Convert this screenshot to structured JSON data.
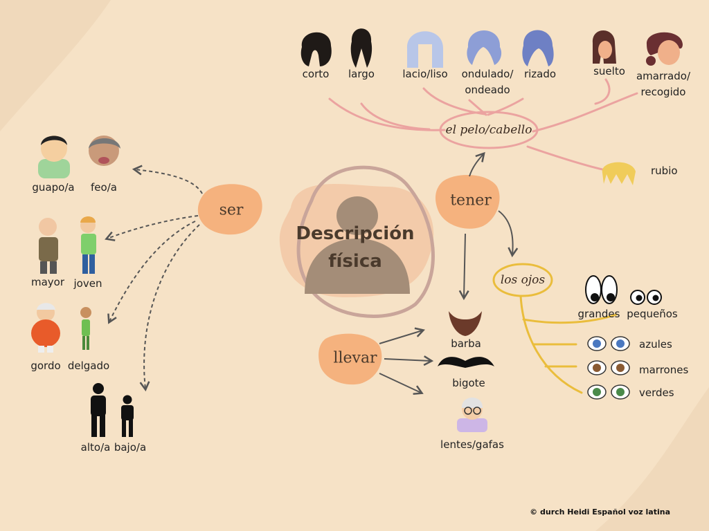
{
  "title": {
    "line1": "Descripción",
    "line2": "física"
  },
  "verbs": {
    "ser": "ser",
    "tener": "tener",
    "llevar": "llevar"
  },
  "nodes": {
    "pelo": "el pelo/cabello",
    "ojos": "los ojos"
  },
  "ser_items": {
    "guapo": "guapo/a",
    "feo": "feo/a",
    "mayor": "mayor",
    "joven": "joven",
    "gordo": "gordo",
    "delgado": "delgado",
    "alto": "alto/a",
    "bajo": "bajo/a"
  },
  "hair_items": {
    "corto": "corto",
    "largo": "largo",
    "lacio": "lacio/liso",
    "ondulado1": "ondulado/",
    "ondulado2": "ondeado",
    "rizado": "rizado",
    "suelto": "suelto",
    "amarrado1": "amarrado/",
    "amarrado2": "recogido",
    "rubio": "rubio"
  },
  "eye_items": {
    "grandes": "grandes",
    "pequenos": "pequeños",
    "azules": "azules",
    "marrones": "marrones",
    "verdes": "verdes"
  },
  "llevar_items": {
    "barba": "barba",
    "bigote": "bigote",
    "lentes": "lentes/gafas"
  },
  "credit": "© durch Heidi Español voz latina",
  "colors": {
    "background": "#f6e2c6",
    "blob": "#f5b27e",
    "pink_branch": "#eba3a0",
    "yellow_branch": "#eabd3c",
    "arrow": "#555555",
    "silhouette": "#a48d78"
  }
}
